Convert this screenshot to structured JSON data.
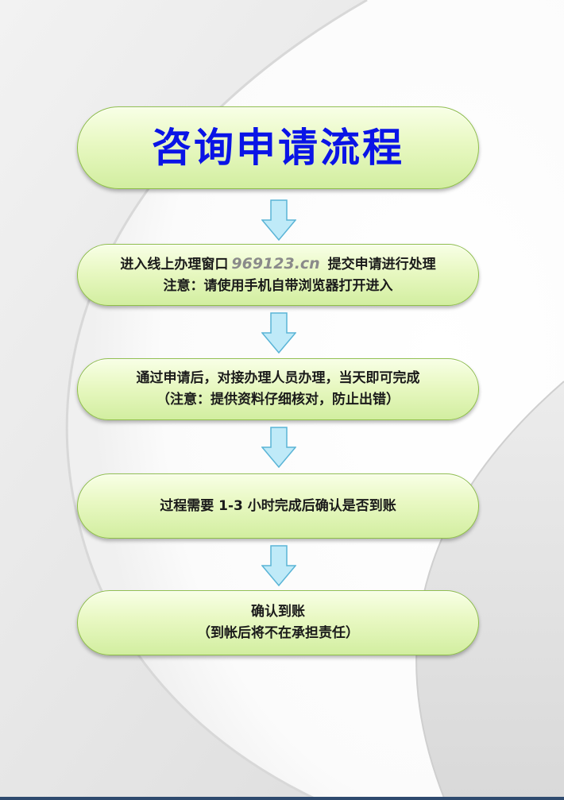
{
  "title": "咨询申请流程",
  "steps": [
    {
      "line1_before": "进入线上办理窗口",
      "line1_url": "969123.cn",
      "line1_after": "提交申请进行处理",
      "line2": "注意：请使用手机自带浏览器打开进入"
    },
    {
      "line1": "通过申请后，对接办理人员办理，当天即可完成",
      "line2": "（注意：提供资料仔细核对，防止出错）"
    },
    {
      "line1": "过程需要 1-3 小时完成后确认是否到账"
    },
    {
      "line1": "确认到账",
      "line2": "（到帐后将不在承担责任）"
    }
  ],
  "icons": {
    "flow_arrow": "arrow-down-icon"
  },
  "colors": {
    "title": "#0a14e6",
    "pill_border": "#8fbf4a",
    "pill_fill": "#e8f8c2",
    "arrow_fill": "#bfeaf8",
    "arrow_stroke": "#5ab4d6",
    "url_text": "#8a8a8a"
  }
}
